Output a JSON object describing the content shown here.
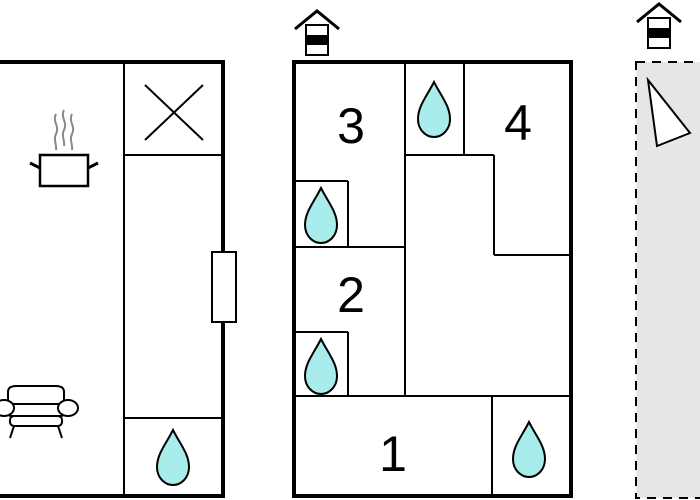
{
  "floorplan": {
    "rooms": [
      {
        "id": "bedroom-1",
        "label": "1"
      },
      {
        "id": "bedroom-2",
        "label": "2"
      },
      {
        "id": "bedroom-3",
        "label": "3"
      },
      {
        "id": "bedroom-4",
        "label": "4"
      }
    ],
    "icons": [
      "kitchen-pot-icon",
      "sofa-icon",
      "water-drop-icon",
      "house-entrance-icon",
      "window-x-icon",
      "door-wedge-icon"
    ],
    "colors": {
      "wall": "#000000",
      "water_drop": "#a8ecec",
      "terrace_fill": "#e6e6e6",
      "background": "#ffffff"
    }
  }
}
